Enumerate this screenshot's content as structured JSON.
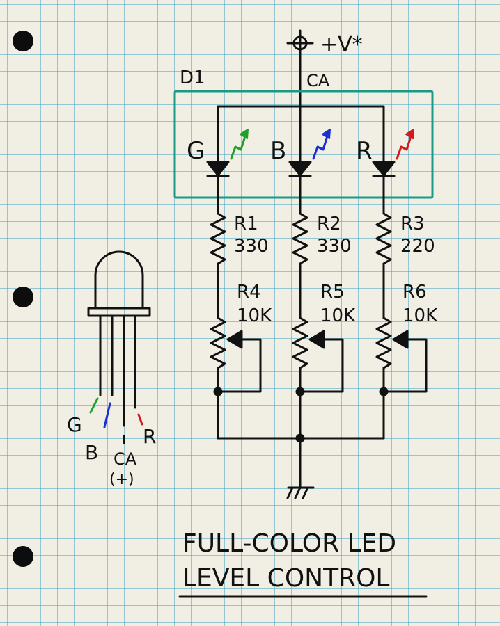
{
  "supply_label": "+V*",
  "designator": "D1",
  "common_anode": "CA",
  "channels": [
    {
      "letter": "G",
      "color": "#1fa02a",
      "fixed_ref": "R1",
      "fixed_value": "330",
      "pot_ref": "R4",
      "pot_value": "10K"
    },
    {
      "letter": "B",
      "color": "#1b2fd4",
      "fixed_ref": "R2",
      "fixed_value": "330",
      "pot_ref": "R5",
      "pot_value": "10K"
    },
    {
      "letter": "R",
      "color": "#d41a1a",
      "fixed_ref": "R3",
      "fixed_value": "220",
      "pot_ref": "R6",
      "pot_value": "10K"
    }
  ],
  "led_pins": {
    "g": "G",
    "b": "B",
    "ca": "CA",
    "ca_sub": "(+)",
    "r": "R"
  },
  "title_line1": "FULL-COLOR LED",
  "title_line2": "LEVEL CONTROL",
  "colors": {
    "ink": "#111111",
    "box": "#1a9a86",
    "grid": "#46a5c3",
    "paper": "#f1eee4"
  }
}
